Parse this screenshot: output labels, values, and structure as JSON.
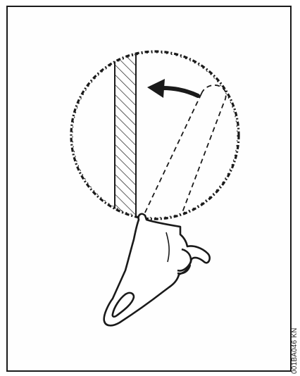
{
  "figure": {
    "code": "001BA046 KN",
    "colors": {
      "ink": "#1a1a1a",
      "paper": "#ffffff"
    },
    "icons": [
      "cutting-zone-circle",
      "hatched-trunk",
      "direction-arrow",
      "chainsaw-bar-outline",
      "chainsaw-body"
    ]
  }
}
